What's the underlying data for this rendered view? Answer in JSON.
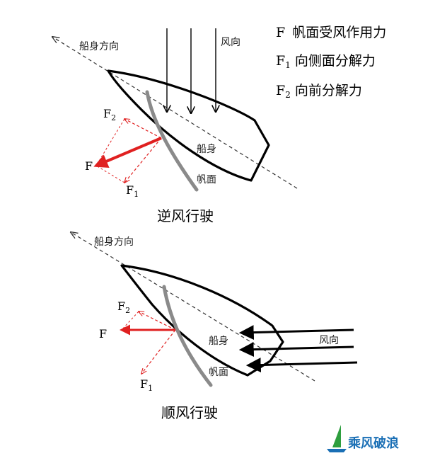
{
  "legend": {
    "f": {
      "symbol": "F",
      "text": "帆面受风作用力"
    },
    "f1": {
      "symbol": "F",
      "sub": "1",
      "text": "向侧面分解力"
    },
    "f2": {
      "symbol": "F",
      "sub": "2",
      "text": "向前分解力"
    }
  },
  "upwind": {
    "title": "逆风行驶",
    "heading_label": "船身方向",
    "wind_label": "风向",
    "hull_label": "船身",
    "sail_label": "帆面",
    "force_f": "F",
    "force_f1": {
      "symbol": "F",
      "sub": "1"
    },
    "force_f2": {
      "symbol": "F",
      "sub": "2"
    }
  },
  "downwind": {
    "title": "顺风行驶",
    "heading_label": "船身方向",
    "wind_label": "风向",
    "hull_label": "船身",
    "sail_label": "帆面",
    "force_f": "F",
    "force_f1": {
      "symbol": "F",
      "sub": "1"
    },
    "force_f2": {
      "symbol": "F",
      "sub": "2"
    }
  },
  "logo": {
    "text": "乘风破浪"
  },
  "colors": {
    "force_red": "#e02020",
    "sail_gray": "#8a8a8a",
    "ink": "#000000",
    "logo_green": "#2e9e3e",
    "logo_blue": "#1a6fb5"
  }
}
